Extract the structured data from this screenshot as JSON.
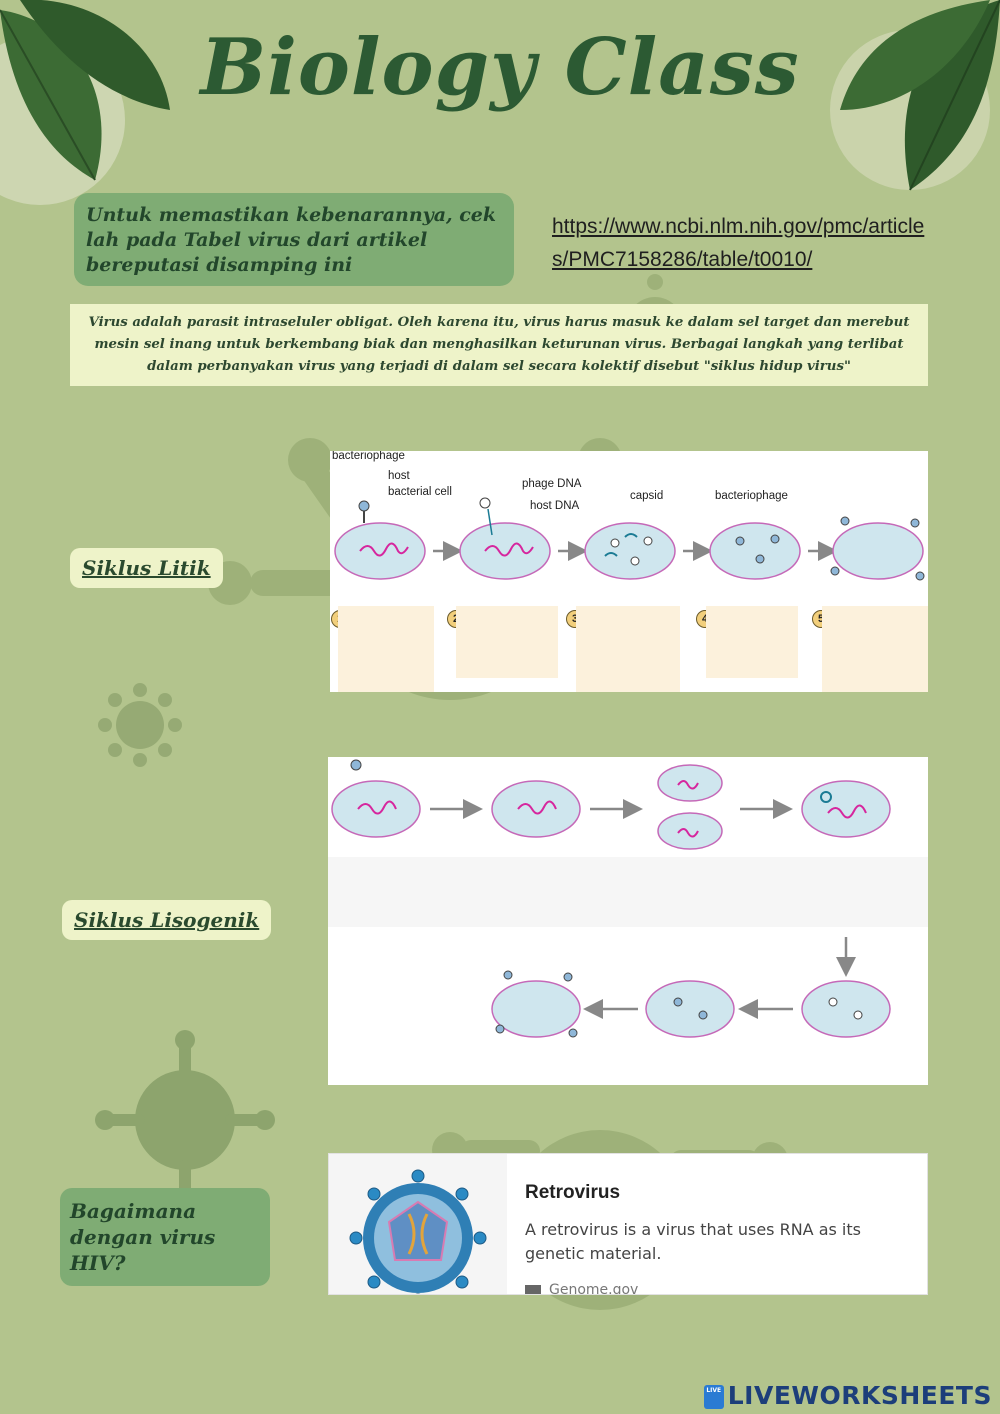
{
  "title": "Biology Class",
  "note": "Untuk memastikan kebenarannya, cek lah pada Tabel virus dari artikel bereputasi disamping ini",
  "link": "https://www.ncbi.nlm.nih.gov/pmc/articles/PMC7158286/table/t0010/",
  "definition": "Virus adalah parasit intraseluler obligat. Oleh karena itu, virus harus masuk ke dalam sel target dan merebut mesin sel inang untuk berkembang biak dan menghasilkan keturunan virus. Berbagai langkah yang terlibat dalam perbanyakan virus yang terjadi di dalam sel secara kolektif disebut \"siklus hidup virus\"",
  "lytic": {
    "label": "Siklus Litik",
    "figure_labels": {
      "bacteriophage_top": "bacteriophage",
      "host": "host",
      "bacterial_cell": "bacterial cell",
      "phage_dna": "phage DNA",
      "host_dna": "host DNA",
      "capsid": "capsid",
      "bacteriophage": "bacteriophage"
    },
    "steps": [
      "1",
      "2",
      "3",
      "4",
      "5"
    ]
  },
  "lysogenic": {
    "label": "Siklus Lisogenik"
  },
  "hiv_question": "Bagaimana dengan virus HIV?",
  "retrovirus": {
    "title": "Retrovirus",
    "description": "A retrovirus is a virus that uses RNA as its genetic material.",
    "source": "Genome.gov"
  },
  "footer": {
    "logo_text": "LIVEWORKSHEETS",
    "badge": "LIVE"
  },
  "colors": {
    "background": "#b3c48d",
    "title": "#2c5a33",
    "note_box": "#7fac74",
    "definition_box": "#eef3c9",
    "cell_fill": "#cfe6ee",
    "cell_border": "#c569b8",
    "dna": "#d6269e",
    "answer_box": "#fcf1dc"
  }
}
